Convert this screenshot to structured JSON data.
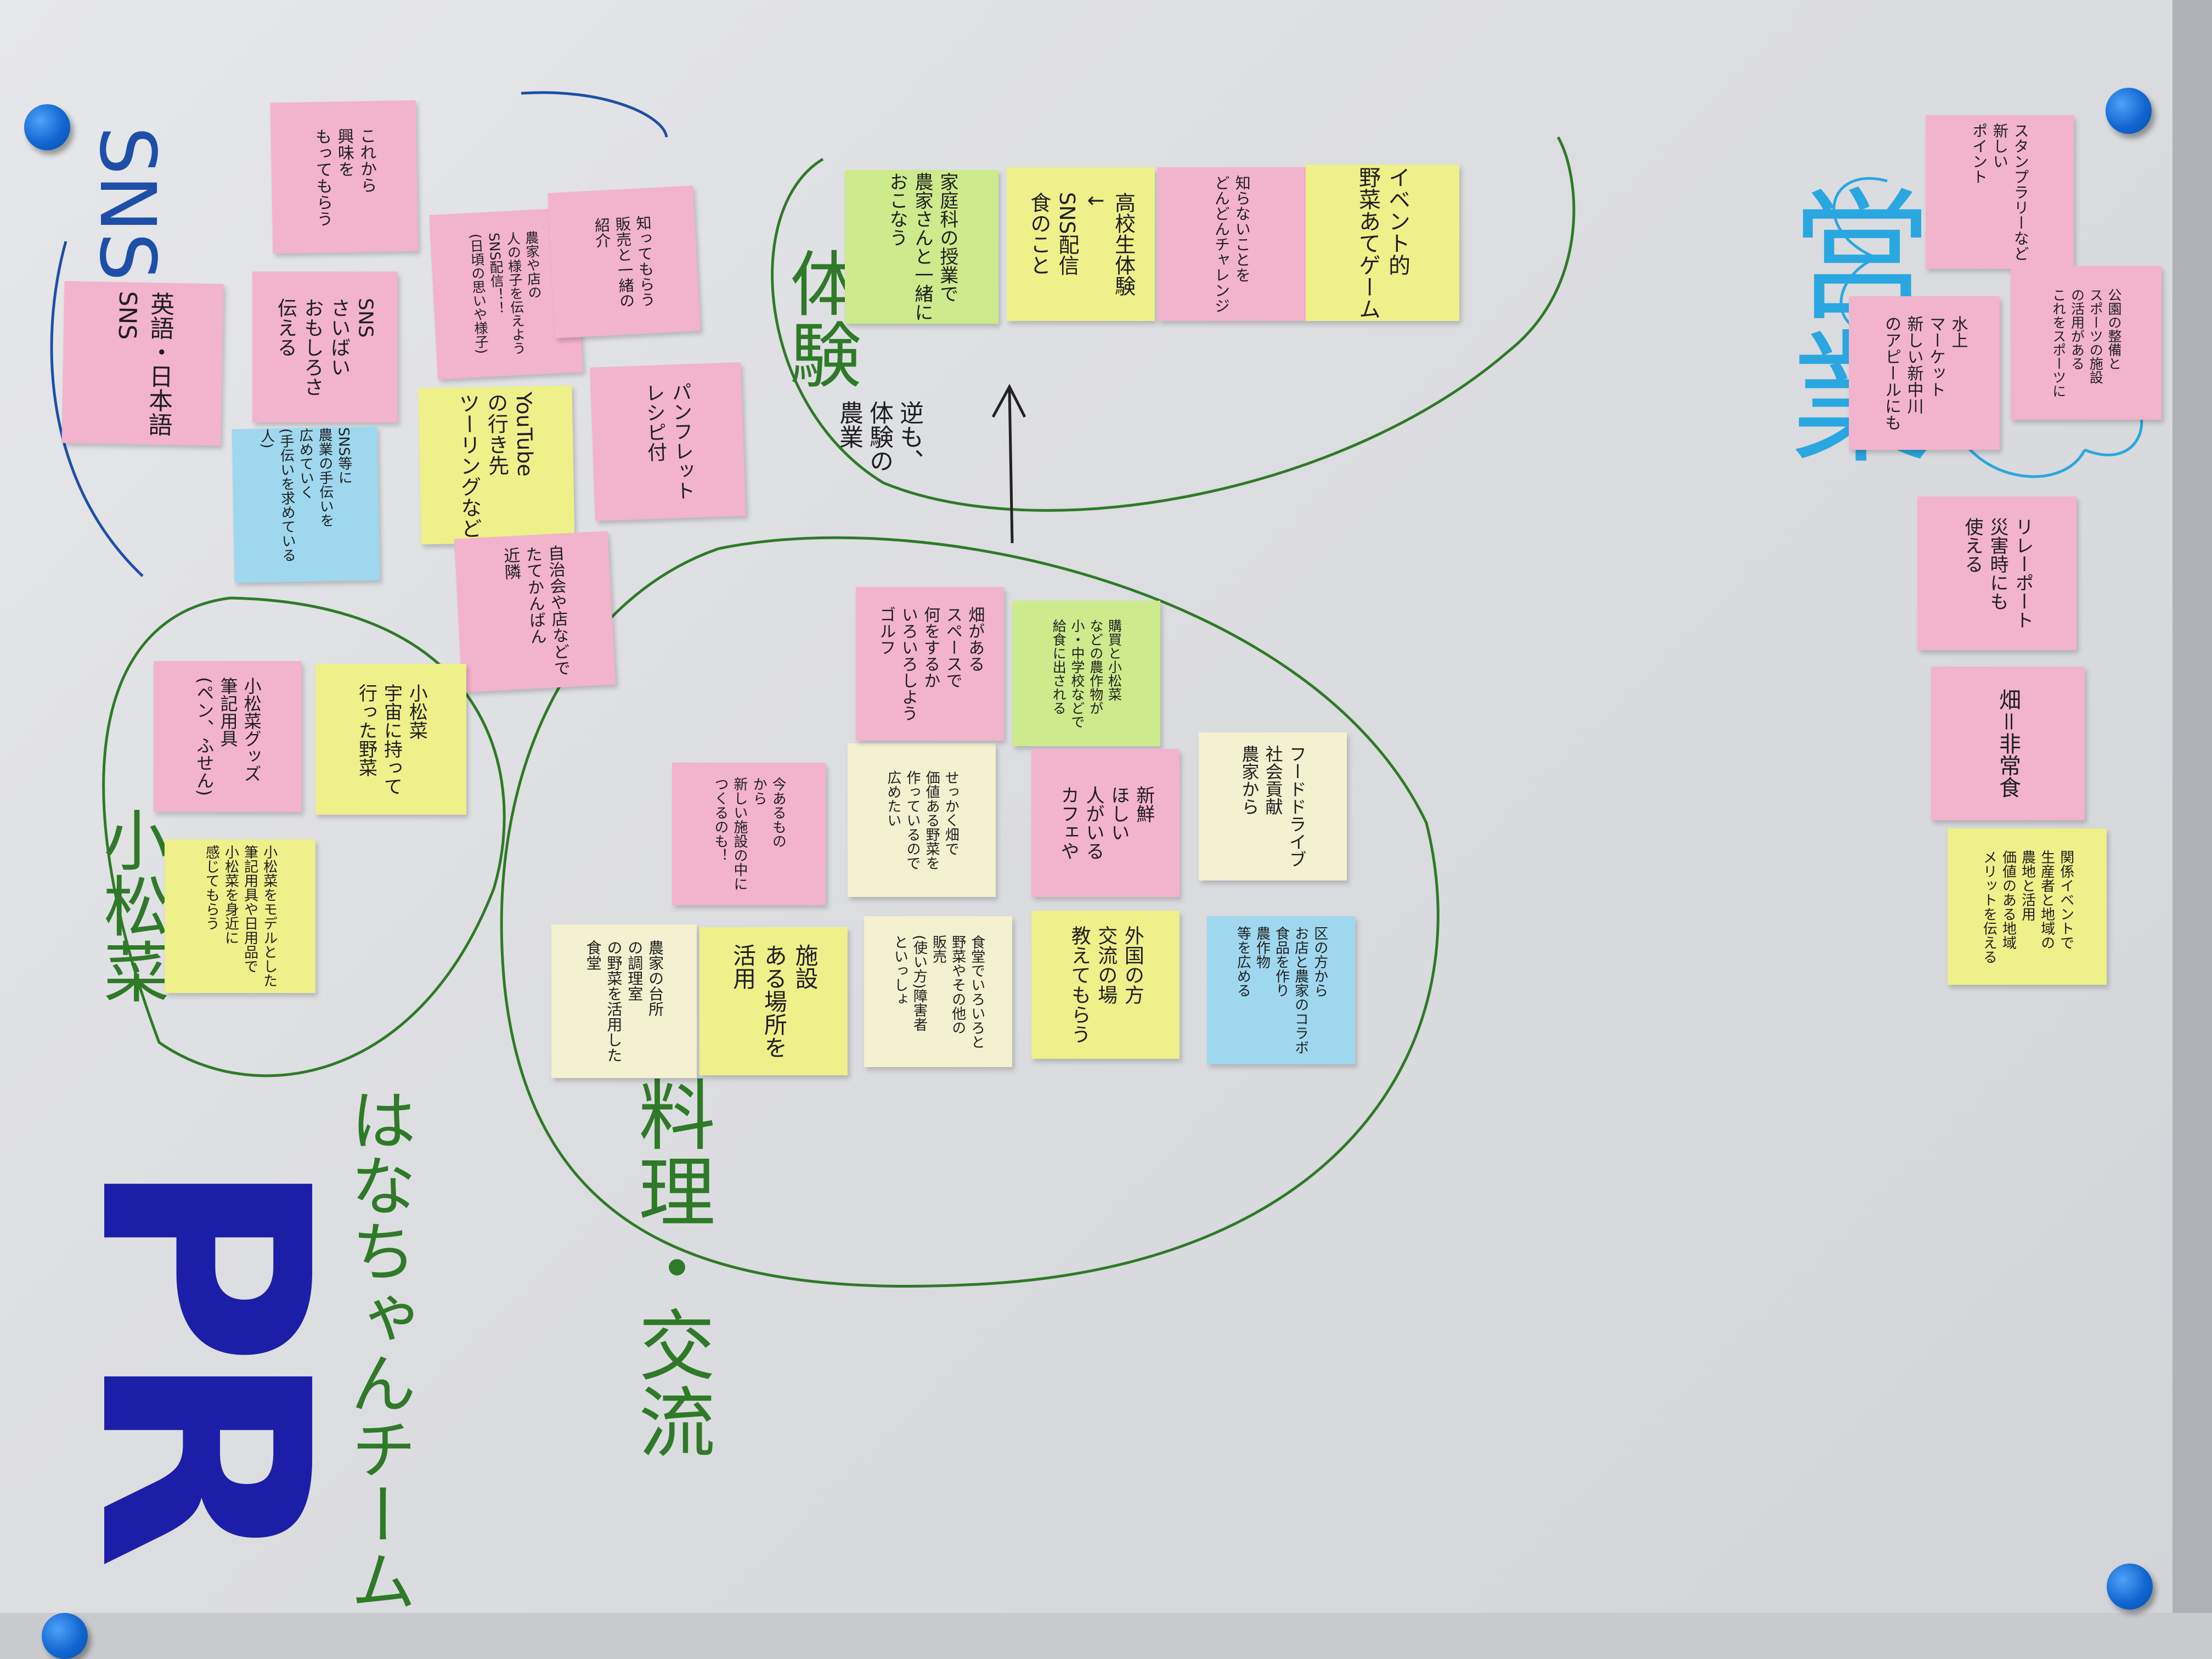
{
  "titles": {
    "pr": "PR",
    "team": "はなちゃんチーム",
    "sns": "SNS",
    "komatsuna": "小松菜",
    "taiken": "体験",
    "ryouri_kouryu": "料理・交流",
    "eigyou": "営業",
    "gyaku": "逆も、\n体験の\n農業"
  },
  "colors": {
    "title_blue": "#1b1fa8",
    "sns_blue": "#1e4fa8",
    "green_ink": "#2f7a28",
    "cyan_ink": "#2aa7e0"
  },
  "notes": {
    "sns_kore": "これから\n興味を\nもってもらう",
    "sns_eigo": "英語・日本語\nSNS",
    "sns_ippai": "SNS\nさいばい\nおもしろさ\n伝える",
    "sns_tou": "SNS等に\n農業の手伝いを\n広めていく\n(手伝いを求めている人)",
    "sns_tasuke": "農家や店の\n人の様子を伝えよう\nSNS配信！！\n(日頃の思いや様子)",
    "sns_hanbai": "知ってもらう\n販売と一緒の\n紹介",
    "sns_youtube": "YouTube\nの行き先\nツーリングなど",
    "sns_pamph": "パンフレット\nレシピ付",
    "sns_chikou": "自治会や店などで\nたてかんばん\n近隣",
    "k_goods": "小松菜グッズ\n筆記用具\n(ペン、ふせん)",
    "k_uchu": "小松菜\n宇宙に持って\n行った野菜",
    "k_model": "小松菜をモデルとした\n筆記用具や日用品で\n小松菜を身近に\n感じてもらう",
    "r_ima": "今あるもの\nから\n新しい施設の中に\nつくるのも！",
    "r_sekaku": "せっかく畑で\n価値ある野菜を\n作っているので\n広めたい",
    "r_hatake": "畑がある\nスペースで\n何をするか\nいろいろしよう\nゴルフ",
    "r_kounyu": "購買と小松菜\nなどの農作物が\n小・中学校などで\n給食に出される",
    "r_shinsen": "新鮮\nほしい\n人がいる\nカフェや",
    "r_food": "フードドライブ\n社会貢献\n農家から",
    "r_noka": "農家の台所\nの調理室\nの野菜を活用した\n食堂",
    "r_shisetsu": "施設\nある場所を\n活用",
    "r_shokuji": "食堂でいろいろと\n野菜やその他の\n販売\n(使い方)障害者\nといっしょ",
    "r_gaikoku": "外国の方\n交流の場\n教えてもらう",
    "r_kuno": "区の方から\nお店と農家のコラボ\n食品を作り\n農作物\n等を広める",
    "t_katei": "家庭科の授業で\n農家さんと一緒に\nおこなう",
    "t_kokosei": "高校生体験\n↓\nSNS配信\n食のこと",
    "t_shiranai": "知らないことを\nどんどんチャレンジ",
    "t_event": "イベント的\n野菜あてゲーム",
    "e_stamp": "スタンプラリーなど\n新しい\nポイント",
    "e_suijou": "水上\nマーケット\n新しい新中川\nのアピールにも",
    "e_koen": "公園の整備と\nスポーツの施設\nの活用がある\nこれをスポーツに",
    "e_relay": "リレーポート\n災害時にも\n使える",
    "e_hatake": "畑＝非常食",
    "e_kankei": "関係イベントで\n生産者と地域の\n農地と活用\n価値のある地域\nメリットを伝える"
  }
}
